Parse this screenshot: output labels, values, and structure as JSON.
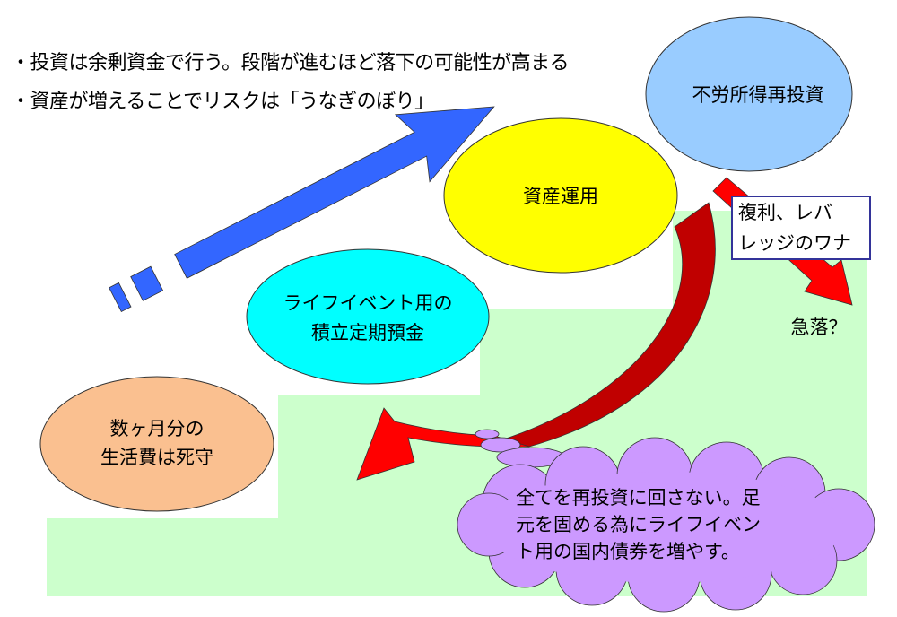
{
  "bullets": [
    "・投資は余剰資金で行う。段階が進むほど落下の可能性が高まる",
    "・資産が増えることでリスクは「うなぎのぼり」"
  ],
  "stages": {
    "living": [
      "数ヶ月分の",
      "生活費は死守"
    ],
    "savings": [
      "ライフイベント用の",
      "積立定期預金"
    ],
    "investment": [
      "資産運用"
    ],
    "reinvest": [
      "不労所得再投資"
    ]
  },
  "warning_box": [
    "複利、レバ",
    "レッジのワナ"
  ],
  "crash_label": "急落？",
  "cloud": [
    "全てを再投資に回さない。足",
    "元を固める為にライフイベン",
    "ト用の国内債券を増やす。"
  ],
  "colors": {
    "steps": "#ccffcc",
    "living": "#fac090",
    "savings": "#00ffff",
    "investment": "#ffff00",
    "reinvest": "#99ccff",
    "cloud": "#cc99ff",
    "arrow_blue": "#3366ff",
    "arrow_red": "#ff0000",
    "arrow_darkred": "#c00000"
  }
}
